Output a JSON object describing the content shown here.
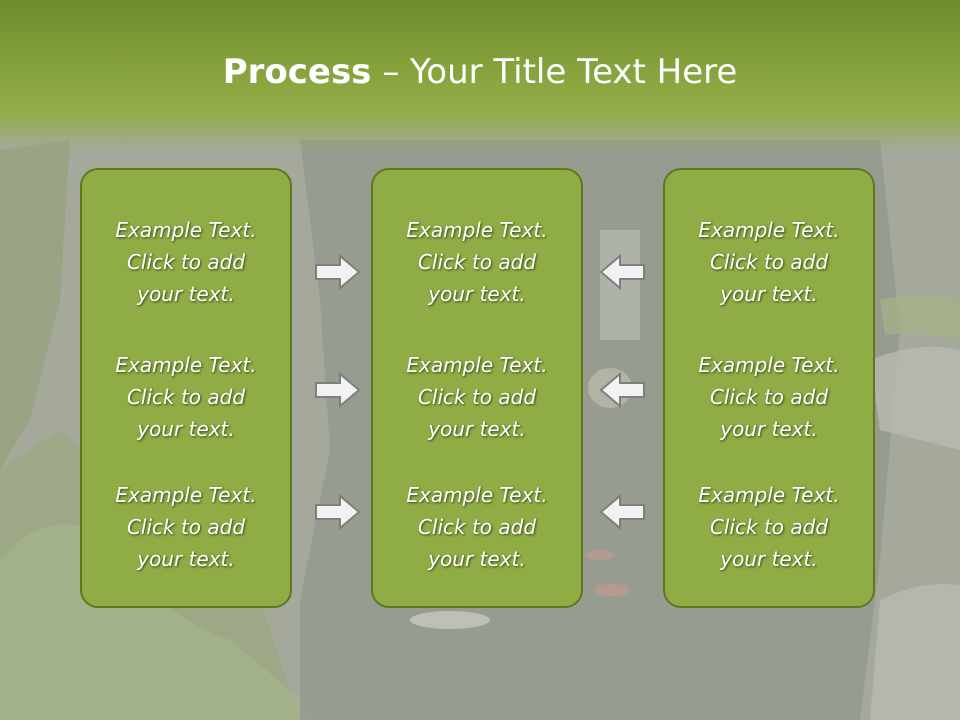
{
  "slide": {
    "title_bold": "Process",
    "title_rest": " – Your Title Text Here",
    "colors": {
      "panel_fill": "#8fac45",
      "panel_border": "#61771f",
      "title_band": "#86a23c",
      "arrow_fill": "#f2f2f2",
      "arrow_stroke": "#7f7f7f"
    }
  },
  "columns": [
    {
      "items": [
        {
          "line1": "Example Text.",
          "line2": "Click  to add",
          "line3": "your text."
        },
        {
          "line1": "Example Text.",
          "line2": "Click  to add",
          "line3": "your text."
        },
        {
          "line1": "Example Text.",
          "line2": "Click  to add",
          "line3": "your text."
        }
      ]
    },
    {
      "items": [
        {
          "line1": "Example Text.",
          "line2": "Click  to add",
          "line3": "your text."
        },
        {
          "line1": "Example Text.",
          "line2": "Click  to add",
          "line3": "your text."
        },
        {
          "line1": "Example Text.",
          "line2": "Click  to add",
          "line3": "your text."
        }
      ]
    },
    {
      "items": [
        {
          "line1": "Example Text.",
          "line2": "Click  to add",
          "line3": "your text."
        },
        {
          "line1": "Example Text.",
          "line2": "Click  to add",
          "line3": "your text."
        },
        {
          "line1": "Example Text.",
          "line2": "Click  to add",
          "line3": "your text."
        }
      ]
    }
  ],
  "arrows": {
    "left_group": "arrow-right-icon",
    "right_group": "arrow-left-icon"
  }
}
